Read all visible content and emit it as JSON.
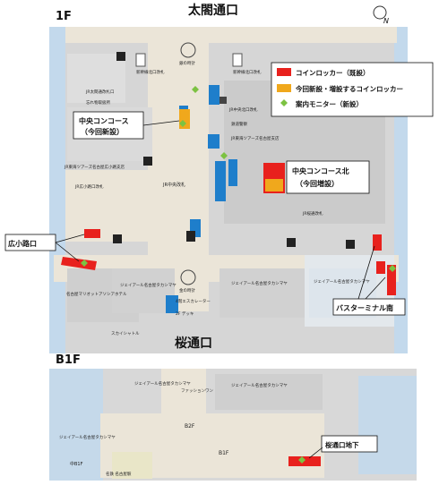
{
  "upper": {
    "floor_label": "1F",
    "north_label": "N",
    "top_entrance": "太閤通口",
    "bottom_entrance": "桜通口",
    "left_entrance": "広小路口",
    "callouts": {
      "central_concourse": "中央コンコース",
      "central_concourse_sub": "（今回新設）",
      "central_north": "中央コンコース北",
      "central_north_sub": "（今回増設）",
      "bus_terminal": "バスターミナル南"
    },
    "labels": {
      "shinkansen_n": "新幹線北口改札",
      "shinkansen_s": "新幹線北口改札",
      "taiko_gate": "JR太閤通改札口",
      "lost_found": "忘れ物取扱所",
      "silver_clock": "銀の時計",
      "jr_central_north": "JR中央北口改札",
      "jr_tours_n": "JR東海ツアーズ名古屋支店",
      "railway_police": "鉄道警察",
      "jr_tours_hirokoji": "JR東海ツアーズ名古屋広小路支店",
      "hirokoji_gate": "JR広小路口改札",
      "jr_central_gate": "JR中央改札",
      "sakura_gate": "JR桜通改札",
      "gold_clock": "金の時計",
      "marriott": "名古屋マリオットアソシアホテル",
      "takashimaya_1": "ジェイアール名古屋タカシマヤ",
      "takashimaya_2": "ジェイアール名古屋タカシマヤ",
      "takashimaya_3": "ジェイアール名古屋タカシマヤ",
      "escalator_4f": "4階エスカレーター",
      "floor_2f": "2F デッキ",
      "sky_shuttle": "スカイシャトル"
    }
  },
  "legend": {
    "items": [
      {
        "label": "コインロッカー（既設）",
        "color": "#e8211d",
        "shape": "rect"
      },
      {
        "label": "今回新設・増設するコインロッカー",
        "color": "#f0a81c",
        "shape": "rect"
      },
      {
        "label": "案内モニター（新設）",
        "color": "#7cc242",
        "shape": "diamond"
      }
    ]
  },
  "lower": {
    "floor_label": "B1F",
    "callout": "桜通口地下",
    "labels": {
      "takashimaya_top": "ジェイアール名古屋タカシマヤ",
      "takashimaya_right": "ジェイアール名古屋タカシマヤ",
      "takashimaya_left": "ジェイアール名古屋タカシマヤ",
      "fashion_one": "ファッションワン",
      "b2f": "B2F",
      "b1f": "B1F",
      "naka_b1f": "中B1F",
      "meitetsu": "名鉄 名古屋駅"
    }
  },
  "colors": {
    "existing": "#e8211d",
    "new": "#f0a81c",
    "monitor": "#7cc242",
    "gate": "#1e7ecb",
    "building": "#d9d9d9",
    "concourse": "#ece6da",
    "water": "#bcd6ea"
  }
}
